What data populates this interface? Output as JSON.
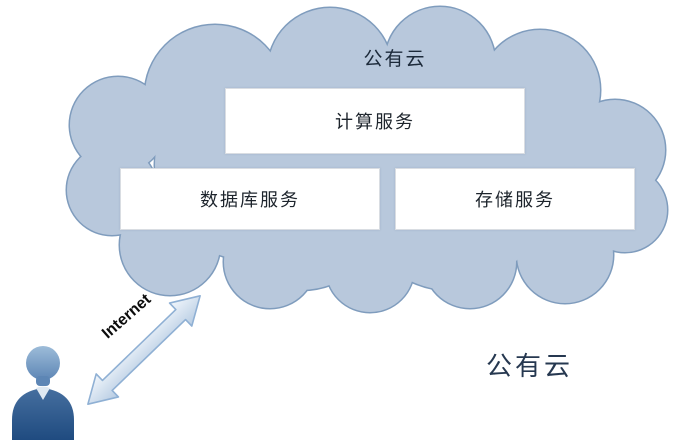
{
  "diagram": {
    "cloud_title": "公有云",
    "services": [
      {
        "id": "compute",
        "label": "计算服务"
      },
      {
        "id": "database",
        "label": "数据库服务"
      },
      {
        "id": "storage",
        "label": "存储服务"
      }
    ],
    "connection_label": "Internet",
    "bottom_caption": "公有云"
  },
  "colors": {
    "cloud_fill": "#b8c8dc",
    "cloud_border": "#7f9cbd",
    "box_fill": "#ffffff",
    "box_border": "#d9dde2",
    "text_dark": "#1d242c",
    "caption_color": "#263850",
    "arrow_fill_light": "#f2f7fc",
    "arrow_fill_dark": "#b6cbe2",
    "arrow_border": "#8fb0d4",
    "user_head": "#7ba3cd",
    "user_body": "#2b5c93"
  }
}
